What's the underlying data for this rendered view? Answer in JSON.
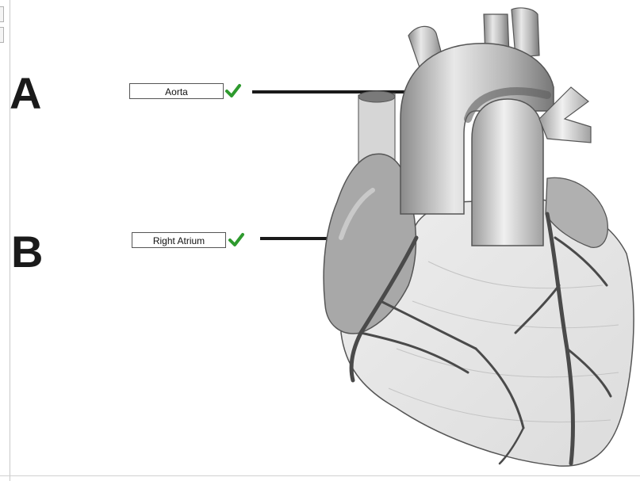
{
  "letters": {
    "a": "A",
    "b": "B"
  },
  "labels": {
    "a": {
      "text": "Aorta",
      "status": "correct",
      "check_icon": "checkmark-icon"
    },
    "b": {
      "text": "Right Atrium",
      "status": "correct",
      "check_icon": "checkmark-icon"
    }
  },
  "colors": {
    "check": "#2e9a2e",
    "line": "#1a1a1a",
    "heart_light": "#e6e6e6",
    "heart_mid": "#a9a9a9",
    "heart_dark": "#5a5a5a"
  },
  "diagram": {
    "subject": "heart-illustration"
  }
}
